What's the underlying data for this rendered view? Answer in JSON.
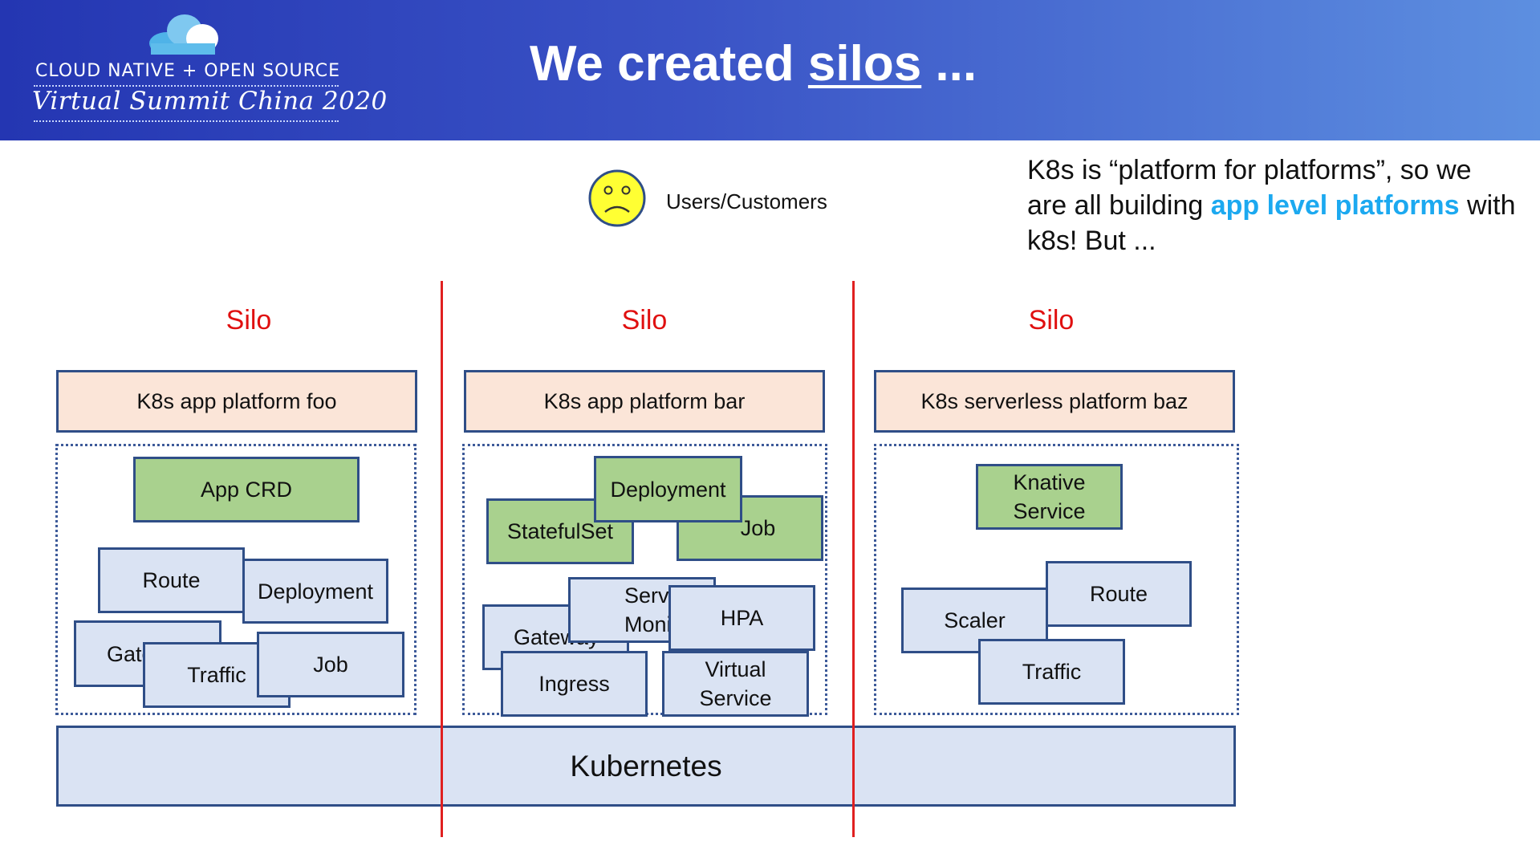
{
  "header": {
    "logo_line1": "CLOUD NATIVE + OPEN SOURCE",
    "logo_line2": "Virtual Summit China 2020",
    "title_prefix": "We created ",
    "title_underlined": "silos",
    "title_suffix": " ..."
  },
  "users": {
    "label": "Users/Customers",
    "icon": "sad-face-icon",
    "icon_color": "#ffff33"
  },
  "note": {
    "text_before": "K8s is “platform for platforms”, so we are all building ",
    "highlight": "app level platforms",
    "text_after": " with k8s! But ...",
    "highlight_color": "#1ca9f0"
  },
  "silos": [
    {
      "label": "Silo",
      "platform": "K8s app platform foo",
      "crd": [
        "App CRD"
      ],
      "resources": [
        "Route",
        "Deployment",
        "Gateway",
        "Traffic",
        "Job"
      ]
    },
    {
      "label": "Silo",
      "platform": "K8s app platform bar",
      "crd": [
        "StatefulSet",
        "Deployment",
        "Job"
      ],
      "resources": [
        "Service Monitor",
        "Gateway",
        "HPA",
        "Ingress",
        "Virtual Service"
      ]
    },
    {
      "label": "Silo",
      "platform": "K8s serverless platform baz",
      "crd": [
        "Knative Service"
      ],
      "resources": [
        "Route",
        "Scaler",
        "Traffic"
      ]
    }
  ],
  "kubernetes": {
    "label": "Kubernetes"
  },
  "colors": {
    "platform_fill": "#fbe5d8",
    "green_fill": "#a9d18e",
    "blue_fill": "#dae3f3",
    "border": "#2f4e87",
    "silo_red": "#e01010"
  }
}
